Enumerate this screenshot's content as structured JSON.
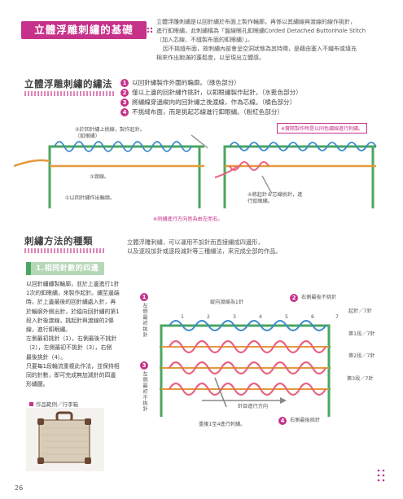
{
  "header": {
    "title": "立體浮雕刺繡的基礎",
    "intro_lines": [
      "立體浮雕刺繡是以回針繡於布面上製作輪廓，再係以其繡線與渡線的線作挑針，",
      "進行釦眼繡，此刺繡稱為「盤線眼孔釦眼繡Corded Detached Buttonhole Stitch",
      "（加入芯線、不縫製布面的釦眼繡）」。",
      "因不挑縫布面，故刺繡內部會呈空洞狀態為其特徵，是藉由塞入不織布或填充",
      "棉來作出飽滿的蓬鬆度，以呈現出立體感。"
    ]
  },
  "section1": {
    "heading": "立體浮雕刺繡的繡法",
    "steps": [
      {
        "num": "1",
        "text": "以回針繡製作外圍的輪廓。（綠色部分）"
      },
      {
        "num": "2",
        "text": "僅以上邊的回針繡作挑針，以釦眼繡製作起針。（水藍色部分）"
      },
      {
        "num": "3",
        "text": "將繡線穿過縱向的回針繡之後渡線，作為芯線。（橘色部分）"
      },
      {
        "num": "4",
        "text": "不挑縫布面，而是挑起芯線進行釦眼繡。（粉紅色部分）"
      }
    ],
    "diagram_left": {
      "label_a": "②於回針繡上挑線，製作起針。（釦眼繡）",
      "label_b": "③渡線。",
      "label_c": "①以回針繡作出輪廓。"
    },
    "diagram_right": {
      "note_box": "※實際製作時是以同色繡線進行刺繡。",
      "label_d": "④將起針＆芯線挑針，進行釦眼繡。"
    },
    "direction_note": "※刺繡進行方向皆為由左而右。"
  },
  "section2": {
    "heading": "刺繡方法的種類",
    "intro_lines": [
      "立體浮雕刺繡，可以運用不加針而直接繡成四邊形，",
      "以及逐段加針或逐段減針等三種繡法，來完成全部的作品。"
    ],
    "sub_heading_num": "1.",
    "sub_heading": "相同針數的四邊形",
    "body_lines": [
      "以回針繡繡製輪廓，並於上邊進行1針",
      "1次的釦眼繡，來製作起針。繡至邊端",
      "時，於上邊最後的回針繡處入針，再",
      "於輪廓外側出針，於縱向回針繡的第1",
      "段入針後渡線，挑起針與渡線的2條",
      "線，進行釦眼繡。",
      "左側最初挑針（1），右側最後不挑針",
      "（2），左側最初不挑針（3），右側",
      "最後挑針（4）。",
      "只要每1段輪流重複此作法，並保持相",
      "同的針數，即可完成無加減針的四邊",
      "形繡圖。"
    ],
    "photo_caption": "作品範例／行李箱",
    "diagram": {
      "label_1": "左側最初挑針",
      "label_2": "右側最後不挑針",
      "label_3": "左側最初不挑針",
      "label_4": "右側最後挑針",
      "badge_1": "1",
      "badge_2": "2",
      "badge_3": "3",
      "badge_4": "4",
      "vertical_note": "縱向渡線為1針",
      "cast_on": "起針／7針",
      "row1": "第1段／7針",
      "row2": "第2段／7針",
      "row3": "第3段／7針",
      "direction": "針目進行方向",
      "bottom_note": "重複1至4進行刺繡。",
      "col_numbers": [
        "1",
        "2",
        "3",
        "4",
        "5",
        "6",
        "7"
      ]
    }
  },
  "page_number": "26",
  "colors": {
    "accent": "#c6328a",
    "green": "#4aa660",
    "blue": "#3a8bc9",
    "orange": "#e39a3b",
    "pink": "#e8627f"
  }
}
